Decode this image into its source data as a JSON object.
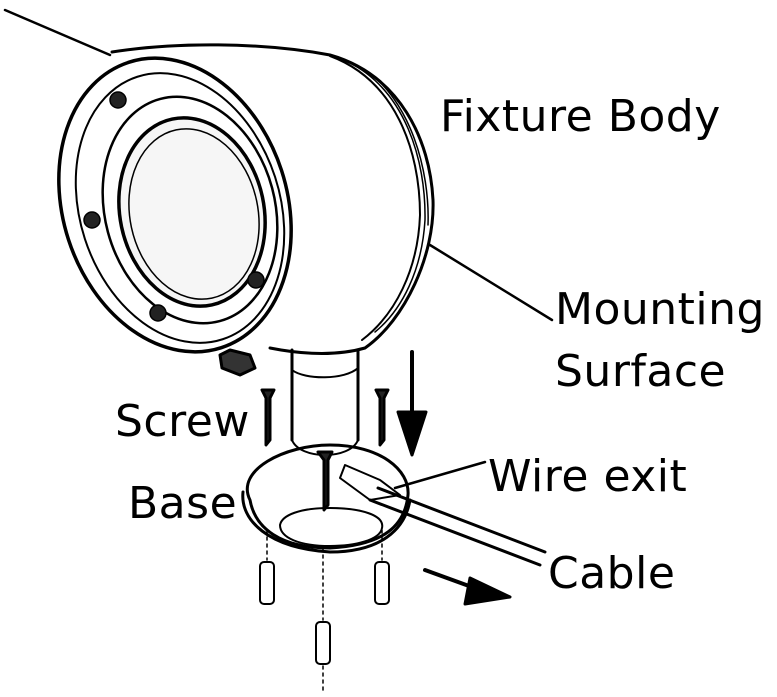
{
  "labels": {
    "fixture_body": "Fixture Body",
    "mounting_surface_line1": "Mounting",
    "mounting_surface_line2": "Surface",
    "screw": "Screw",
    "base": "Base",
    "wire_exit": "Wire exit",
    "cable": "Cable"
  },
  "colors": {
    "ink": "#000000",
    "paper": "#ffffff",
    "lens": "#f6f6f6"
  }
}
